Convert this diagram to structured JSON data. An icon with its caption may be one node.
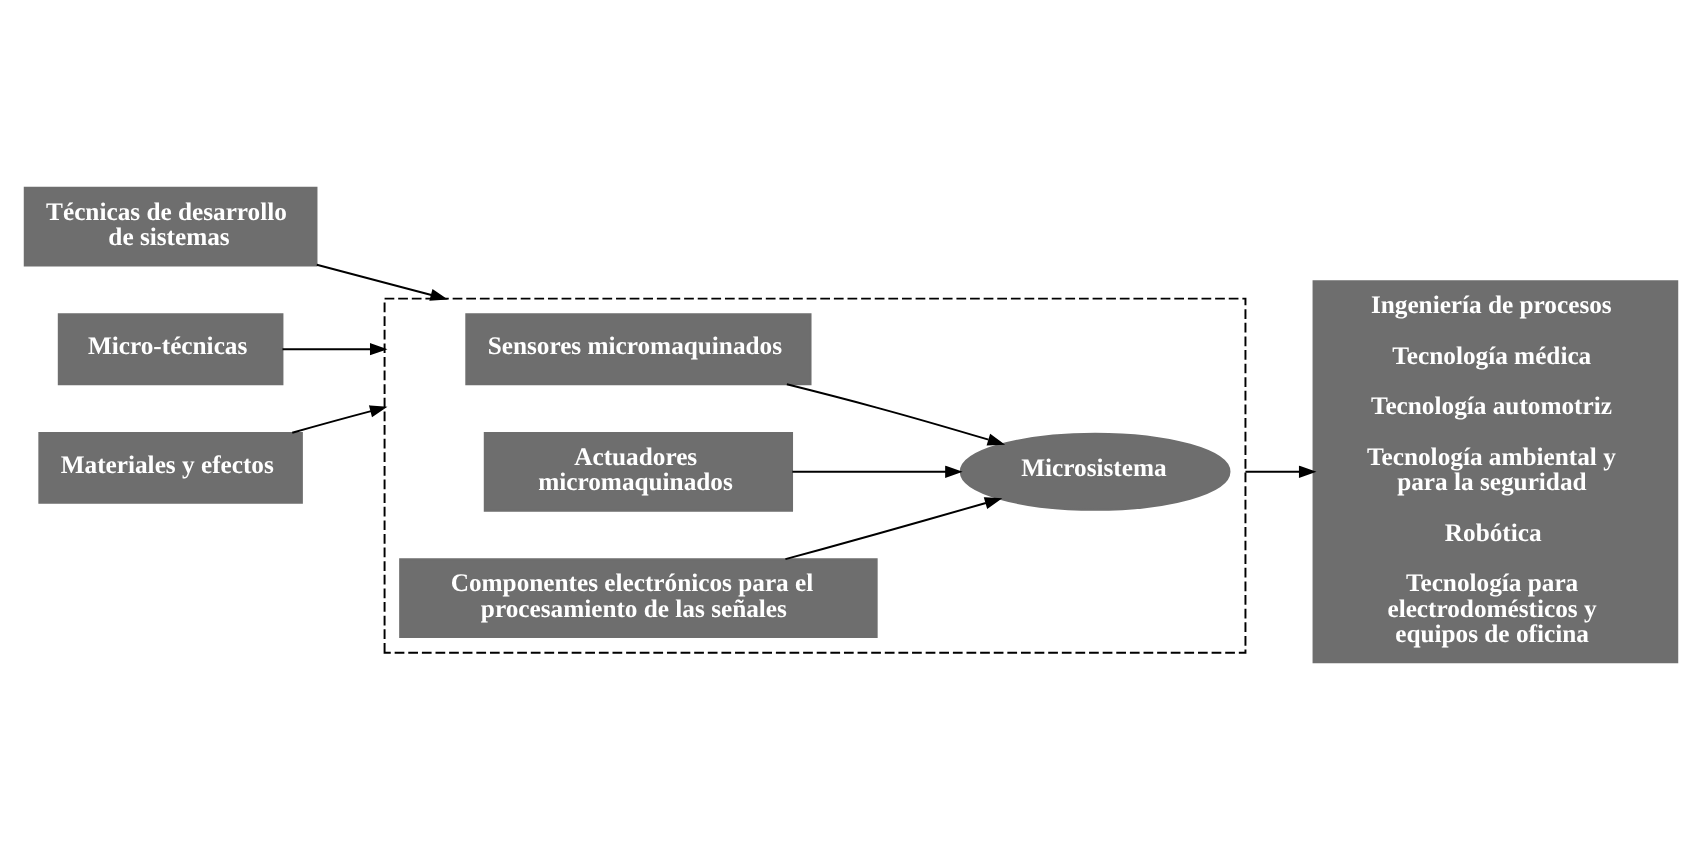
{
  "diagram": {
    "nodes": [
      {
        "text": [
          "Técnicas de desarrollo de sistemas"
        ]
      },
      {
        "text": [
          "Micro-técnicas"
        ]
      },
      {
        "text": [
          "Materiales y efectos"
        ]
      },
      {
        "text": [],
        "shape": "box"
      },
      {
        "text": [
          "Sensores micromaquinados"
        ],
        "in": 3
      },
      {
        "text": [
          "Actuadores micromaquinados"
        ],
        "in": 3
      },
      {
        "text": [
          "Microsistema"
        ],
        "in": 3
      },
      {
        "text": [
          "Componentes electrónicos para el procesamiento de las señales"
        ],
        "in": 3
      },
      {
        "text": [
          "Ingeniería de procesos",
          "Tecnología médica",
          "Tecnología automotriz",
          "Tecnología ambiental y para la seguridad",
          "Robótica",
          "Tecnología para electrodomésticos y equipos de oficina"
        ]
      }
    ],
    "edges": [
      {
        "from": 0,
        "to": 3,
        "arrow": "to"
      },
      {
        "from": 1,
        "to": 3,
        "arrow": "to"
      },
      {
        "from": 2,
        "to": 3,
        "arrow": "to"
      },
      {
        "from": 4,
        "to": 6,
        "arrow": "to"
      },
      {
        "from": 5,
        "to": 6,
        "arrow": "to"
      },
      {
        "from": 7,
        "to": 6,
        "arrow": "to"
      },
      {
        "from": 3,
        "to": 8,
        "arrow": "to"
      }
    ]
  }
}
